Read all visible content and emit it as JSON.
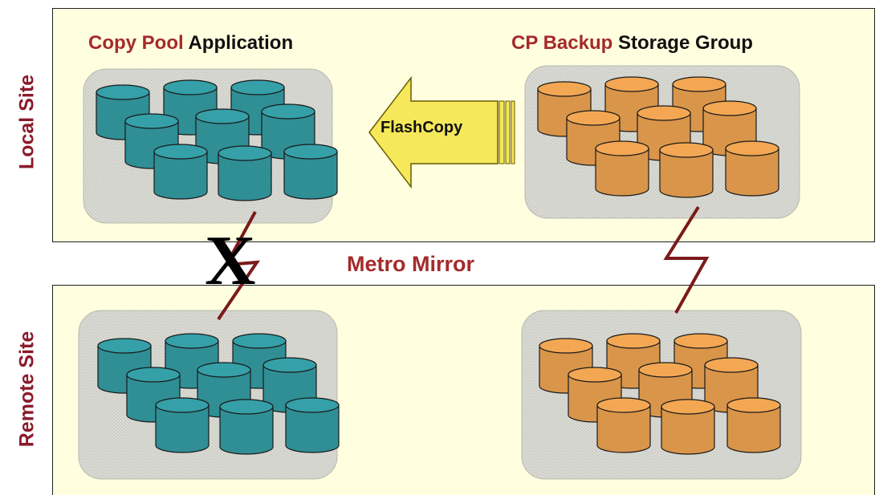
{
  "sites": {
    "local": "Local Site",
    "remote": "Remote Site"
  },
  "groups": {
    "left": {
      "accent": "Copy Pool",
      "rest": "Application"
    },
    "right": {
      "accent": "CP Backup",
      "rest": "Storage Group"
    }
  },
  "flashcopy_label": "FlashCopy",
  "mirror_label": "Metro Mirror",
  "broken_link_mark": "X",
  "colors": {
    "site_label": "#8b1a2b",
    "accent_text": "#a52a2a",
    "panel_fill": "#ffffe0",
    "pool_fill": "#d8d8d2",
    "teal_disk": "#2f8f95",
    "orange_disk": "#d9954a",
    "arrow_fill": "#f5e85a",
    "link_line": "#7a1a1a"
  }
}
